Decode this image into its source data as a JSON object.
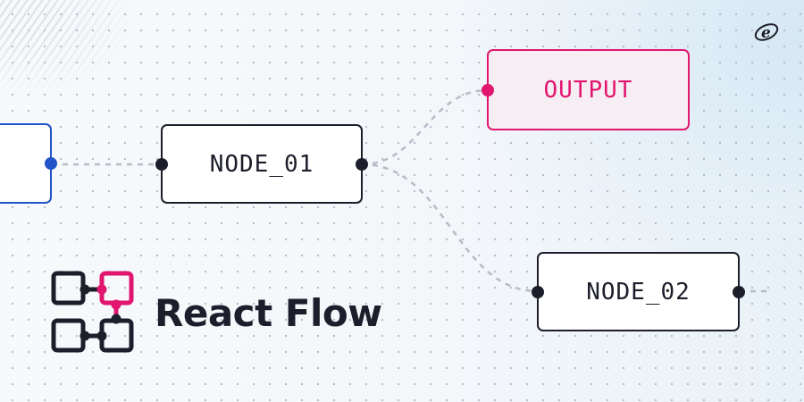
{
  "nodes": {
    "node_01": {
      "label": "NODE_01"
    },
    "node_02": {
      "label": "NODE_02"
    },
    "output": {
      "label": "OUTPUT"
    }
  },
  "brand": {
    "name": "React Flow"
  },
  "colors": {
    "accent": "#e0166f",
    "ink": "#1c1e2b",
    "input_blue": "#1f55c8",
    "edge": "#b6bcc7"
  },
  "icons": {
    "logo": "react-flow-logo-icon",
    "corner": "e-logo-icon"
  }
}
